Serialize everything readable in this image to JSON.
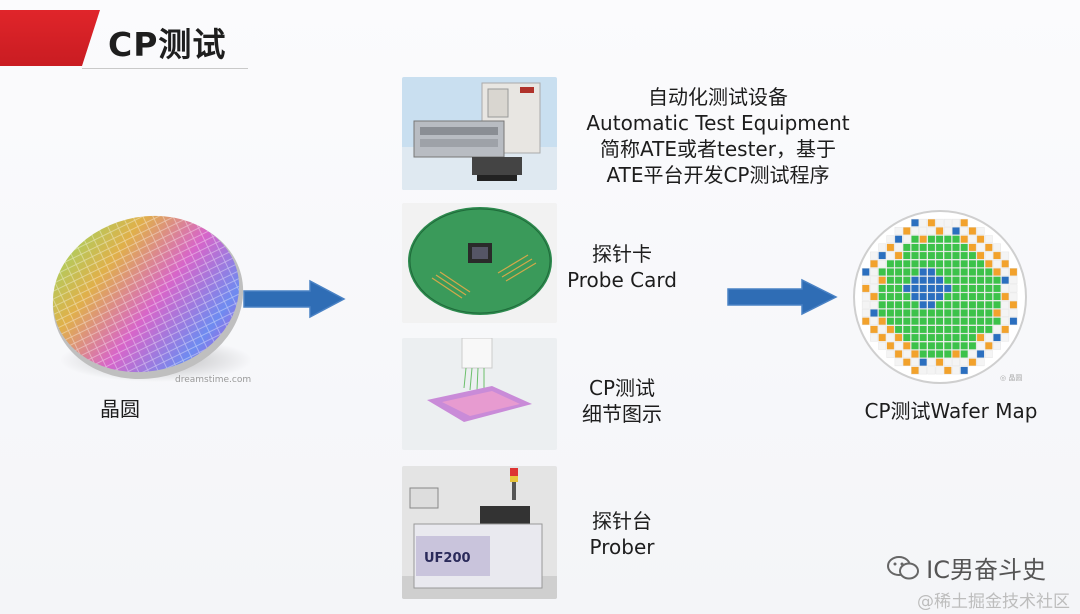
{
  "header": {
    "title": "CP测试"
  },
  "wafer": {
    "label": "晶圆",
    "photo_watermark": "dreamstime.com"
  },
  "equipment": [
    {
      "lines": [
        "自动化测试设备",
        "Automatic Test Equipment",
        "简称ATE或者tester，基于",
        "ATE平台开发CP测试程序"
      ]
    },
    {
      "lines": [
        "探针卡",
        "Probe Card"
      ]
    },
    {
      "lines": [
        "CP测试",
        "细节图示"
      ]
    },
    {
      "lines": [
        "探针台",
        "Prober"
      ]
    }
  ],
  "prober_brand": "UF200",
  "result": {
    "label": "CP测试Wafer Map"
  },
  "watermarks": {
    "wechat": "IC男奋斗史",
    "site": "@稀土掘金技术社区"
  },
  "colors": {
    "title_red": "#d8232a",
    "arrow_blue": "#2f6db5",
    "map_green": "#3cc24a",
    "map_blue": "#2b6fbf",
    "map_orange": "#f2a22c"
  }
}
